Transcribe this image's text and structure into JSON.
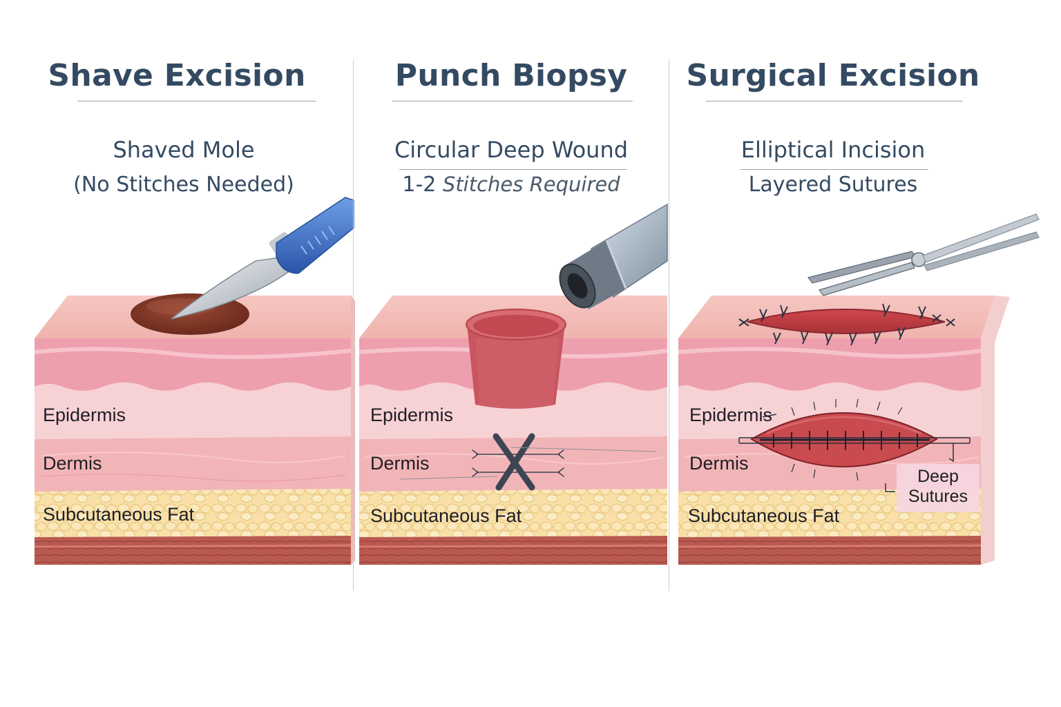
{
  "panels": [
    {
      "title": "Shave Excision",
      "subtitle_line1": "Shaved Mole",
      "subtitle_line2": "(No Stitches Needed)",
      "layers": [
        "Epidermis",
        "Dermis",
        "Subcutaneous Fat"
      ],
      "instrument": "scalpel-icon"
    },
    {
      "title": "Punch Biopsy",
      "subtitle_line1": "Circular Deep Wound",
      "subtitle_line2_prefix": "1-2",
      "subtitle_line2_italic": "Stitches Required",
      "layers": [
        "Epidermis",
        "Dermis",
        "Subcutaneous Fat"
      ],
      "instrument": "punch-tool-icon"
    },
    {
      "title": "Surgical Excision",
      "subtitle_line1": "Elliptical Incision",
      "subtitle_line2": "Layered Sutures",
      "layers": [
        "Epidermis",
        "Dermis",
        "Subcutaneous Fat"
      ],
      "callout": "Deep Sutures",
      "instrument": "needle-holder-icon"
    }
  ],
  "colors": {
    "heading": "#344a62",
    "skin_top": "#f3b9b3",
    "epidermis": "#f6c9cc",
    "dermis": "#f0b1b3",
    "fat": "#f7dca0",
    "muscle": "#b5524a",
    "wound": "#c53d44",
    "scalpel_handle": "#3f6fc4"
  }
}
